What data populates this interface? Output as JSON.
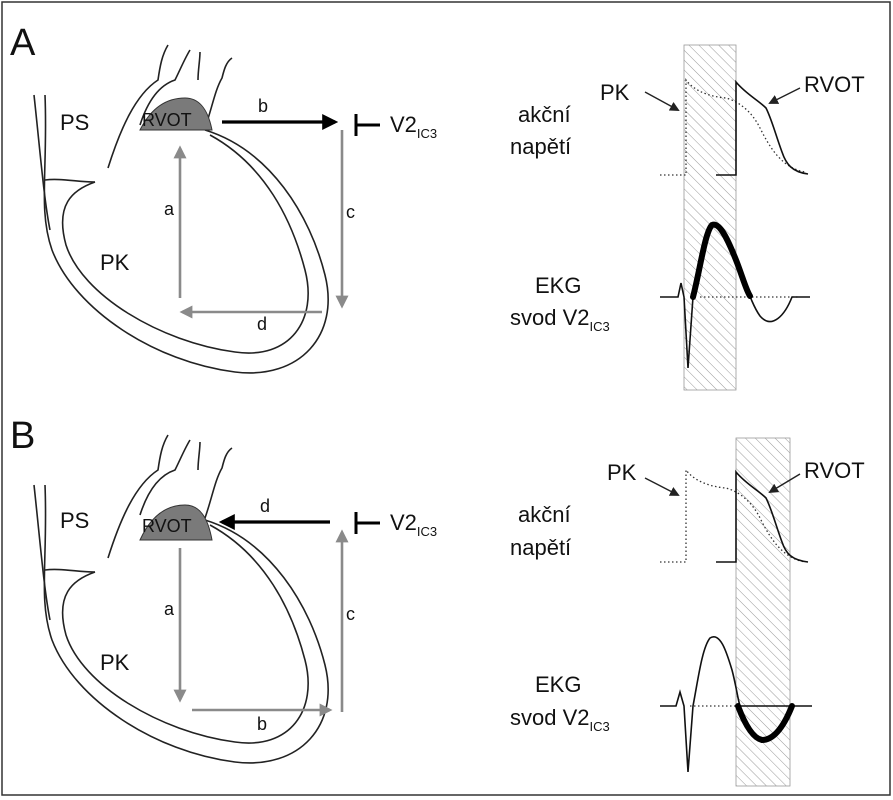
{
  "panels": [
    {
      "letter": "A",
      "chambers": {
        "ps": "PS",
        "pk": "PK",
        "rvot": "RVOT"
      },
      "electrode": {
        "lead": "V2",
        "subscript": "IC3"
      },
      "vectors": {
        "a": "a",
        "b": "b",
        "c": "c",
        "d": "d"
      },
      "action_potential": {
        "line1": "akční",
        "line2": "napětí",
        "pk_label": "PK",
        "rvot_label": "RVOT"
      },
      "ekg": {
        "line1": "EKG",
        "line2_prefix": "svod V2",
        "subscript": "IC3"
      }
    },
    {
      "letter": "B",
      "chambers": {
        "ps": "PS",
        "pk": "PK",
        "rvot": "RVOT"
      },
      "electrode": {
        "lead": "V2",
        "subscript": "IC3"
      },
      "vectors": {
        "a": "a",
        "b": "b",
        "c": "c",
        "d": "d"
      },
      "action_potential": {
        "line1": "akční",
        "line2": "napětí",
        "pk_label": "PK",
        "rvot_label": "RVOT"
      },
      "ekg": {
        "line1": "EKG",
        "line2_prefix": "svod V2",
        "subscript": "IC3"
      }
    }
  ],
  "colors": {
    "outline": "#222222",
    "rvot_fill": "#7a7a7a",
    "gray_arrow": "#8a8a8a",
    "black_arrow": "#000000",
    "hatch": "#9a9a9a"
  }
}
